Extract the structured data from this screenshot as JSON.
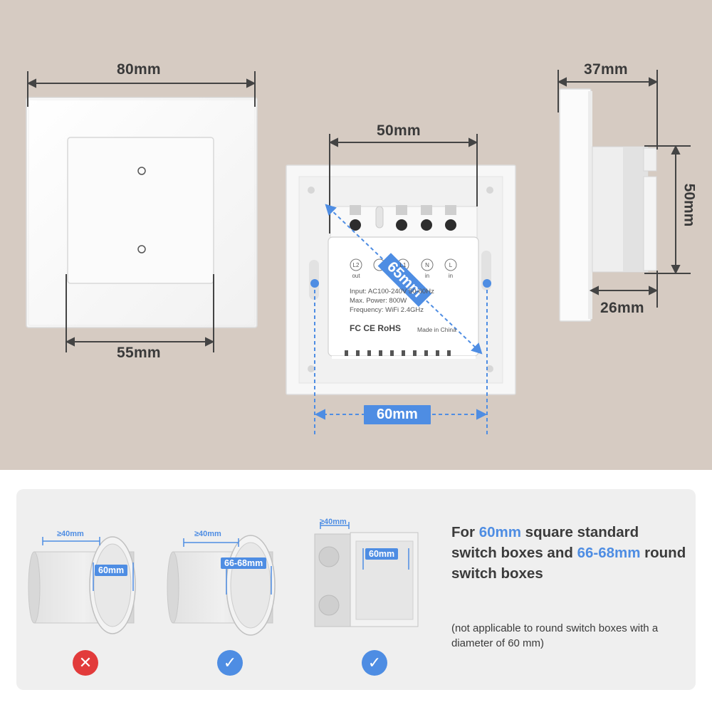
{
  "dimensions": {
    "front_width": "80mm",
    "button_width": "55mm",
    "back_terminal_width": "50mm",
    "mount_hole_spacing": "60mm",
    "diagonal": "65mm",
    "side_depth_total": "37mm",
    "side_depth_module": "26mm",
    "side_height_module": "50mm"
  },
  "module_label": {
    "terminals": [
      {
        "top": "L2",
        "bottom": "out"
      },
      {
        "top": "",
        "bottom": ""
      },
      {
        "top": "L1",
        "bottom": ""
      },
      {
        "top": "N",
        "bottom": "in"
      },
      {
        "top": "L",
        "bottom": "in"
      }
    ],
    "spec_lines": [
      "Input: AC100-240V 50-60Hz",
      "Max. Power: 800W",
      "Frequency: WiFi 2.4GHz"
    ],
    "certs": "FC CE RoHS",
    "origin": "Made in China"
  },
  "compatibility": {
    "boxes": [
      {
        "depth": "≥40mm",
        "size": "60mm",
        "status": "incompatible"
      },
      {
        "depth": "≥40mm",
        "size": "66-68mm",
        "status": "compatible"
      },
      {
        "depth": "≥40mm",
        "size": "60mm",
        "status": "compatible"
      }
    ],
    "statement": {
      "part1": "For ",
      "highlight1": "60mm",
      "part2": " square standard switch boxes and ",
      "highlight2": "66-68mm",
      "part3": " round switch boxes"
    },
    "note": "(not applicable to round switch boxes with a diameter of 60 mm)"
  },
  "colors": {
    "accent": "#4e8de3",
    "background_top": "#d6cbc2",
    "card": "#efefef",
    "error": "#e23b3b"
  }
}
